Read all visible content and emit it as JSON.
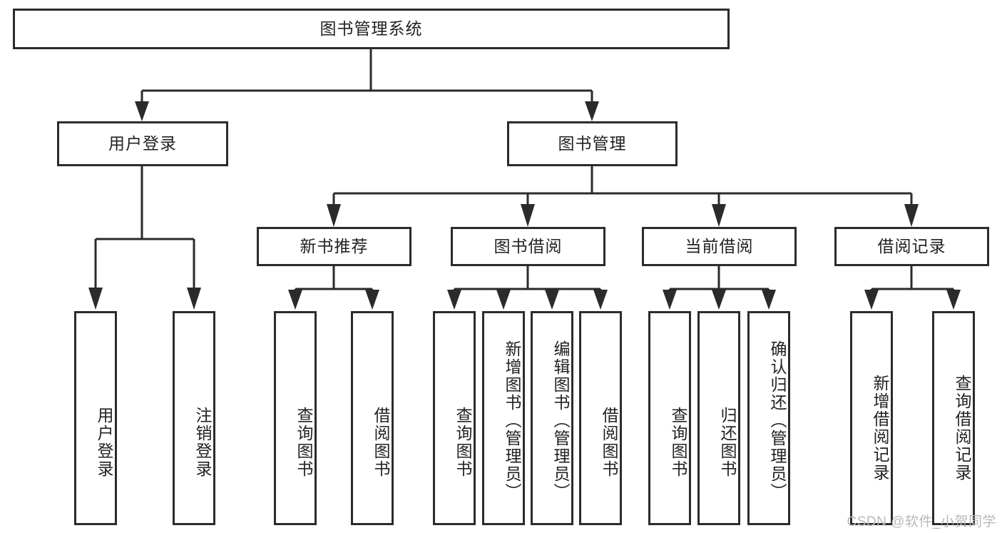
{
  "diagram": {
    "type": "tree-hierarchy",
    "title": "图书管理系统",
    "watermark": "CSDN @软件_小贺同学",
    "colors": {
      "stroke": "#2b2b2b",
      "fill": "#ffffff",
      "text": "#222222",
      "watermark": "#b9b9b9",
      "background": "#ffffff"
    },
    "root": {
      "label": "图书管理系统"
    },
    "level2": [
      {
        "label": "用户登录"
      },
      {
        "label": "图书管理"
      }
    ],
    "level3": [
      {
        "label": "新书推荐"
      },
      {
        "label": "图书借阅"
      },
      {
        "label": "当前借阅"
      },
      {
        "label": "借阅记录"
      }
    ],
    "leaves": {
      "user_login": [
        {
          "label": "用户登录"
        },
        {
          "label": "注销登录"
        }
      ],
      "new_book_recommend": [
        {
          "label": "查询图书"
        },
        {
          "label": "借阅图书"
        }
      ],
      "book_borrow": [
        {
          "label": "查询图书"
        },
        {
          "label": "新增图书（管理员）"
        },
        {
          "label": "编辑图书（管理员）"
        },
        {
          "label": "借阅图书"
        }
      ],
      "current_borrow": [
        {
          "label": "查询图书"
        },
        {
          "label": "归还图书"
        },
        {
          "label": "确认归还（管理员）"
        }
      ],
      "borrow_record": [
        {
          "label": "新增借阅记录"
        },
        {
          "label": "查询借阅记录"
        }
      ]
    }
  }
}
